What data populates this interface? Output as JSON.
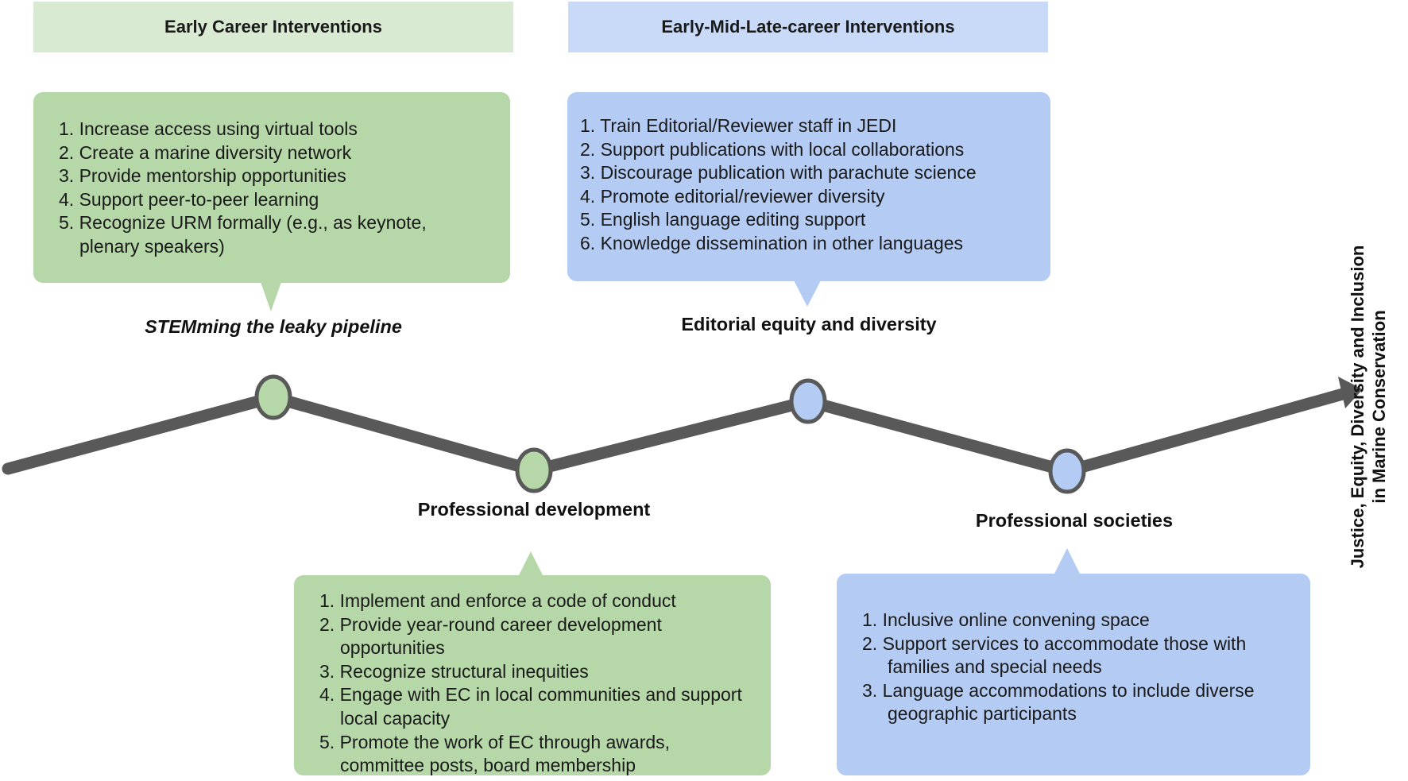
{
  "headers": {
    "early": "Early Career Interventions",
    "early_mid_late": "Early-Mid-Late-career Interventions"
  },
  "stem_box": {
    "items": [
      "1. Increase access using virtual tools",
      "2. Create a marine diversity network",
      "3. Provide mentorship opportunities",
      "4. Support peer-to-peer learning",
      "5. Recognize URM formally (e.g., as keynote, plenary speakers)"
    ]
  },
  "editorial_box": {
    "items": [
      "1. Train Editorial/Reviewer staff in JEDI",
      "2. Support publications with local collaborations",
      "3. Discourage publication with parachute science",
      "4. Promote editorial/reviewer diversity",
      "5. English language editing support",
      "6. Knowledge dissemination in other languages"
    ]
  },
  "prof_dev_box": {
    "items": [
      "1. Implement and enforce a code of conduct",
      "2. Provide year-round career development opportunities",
      "3. Recognize structural inequities",
      "4. Engage with EC in local communities and support local capacity",
      "5. Promote the work of EC through awards, committee posts, board membership"
    ]
  },
  "societies_box": {
    "items": [
      "1. Inclusive online convening space",
      "2. Support services to accommodate those with families and special needs",
      "3. Language accommodations to include diverse geographic participants"
    ]
  },
  "labels": {
    "stem": "STEMming the leaky pipeline",
    "editorial": "Editorial equity and diversity",
    "prof_dev": "Professional development",
    "societies": "Professional societies"
  },
  "outcome": {
    "line1": "Justice, Equity, Diversity and Inclusion",
    "line2": "in Marine Conservation"
  },
  "colors": {
    "green_header": "#d9ead3",
    "blue_header": "#c9daf8",
    "green_box": "#b6d7a8",
    "blue_box": "#b4cbf3",
    "line": "#595959"
  }
}
